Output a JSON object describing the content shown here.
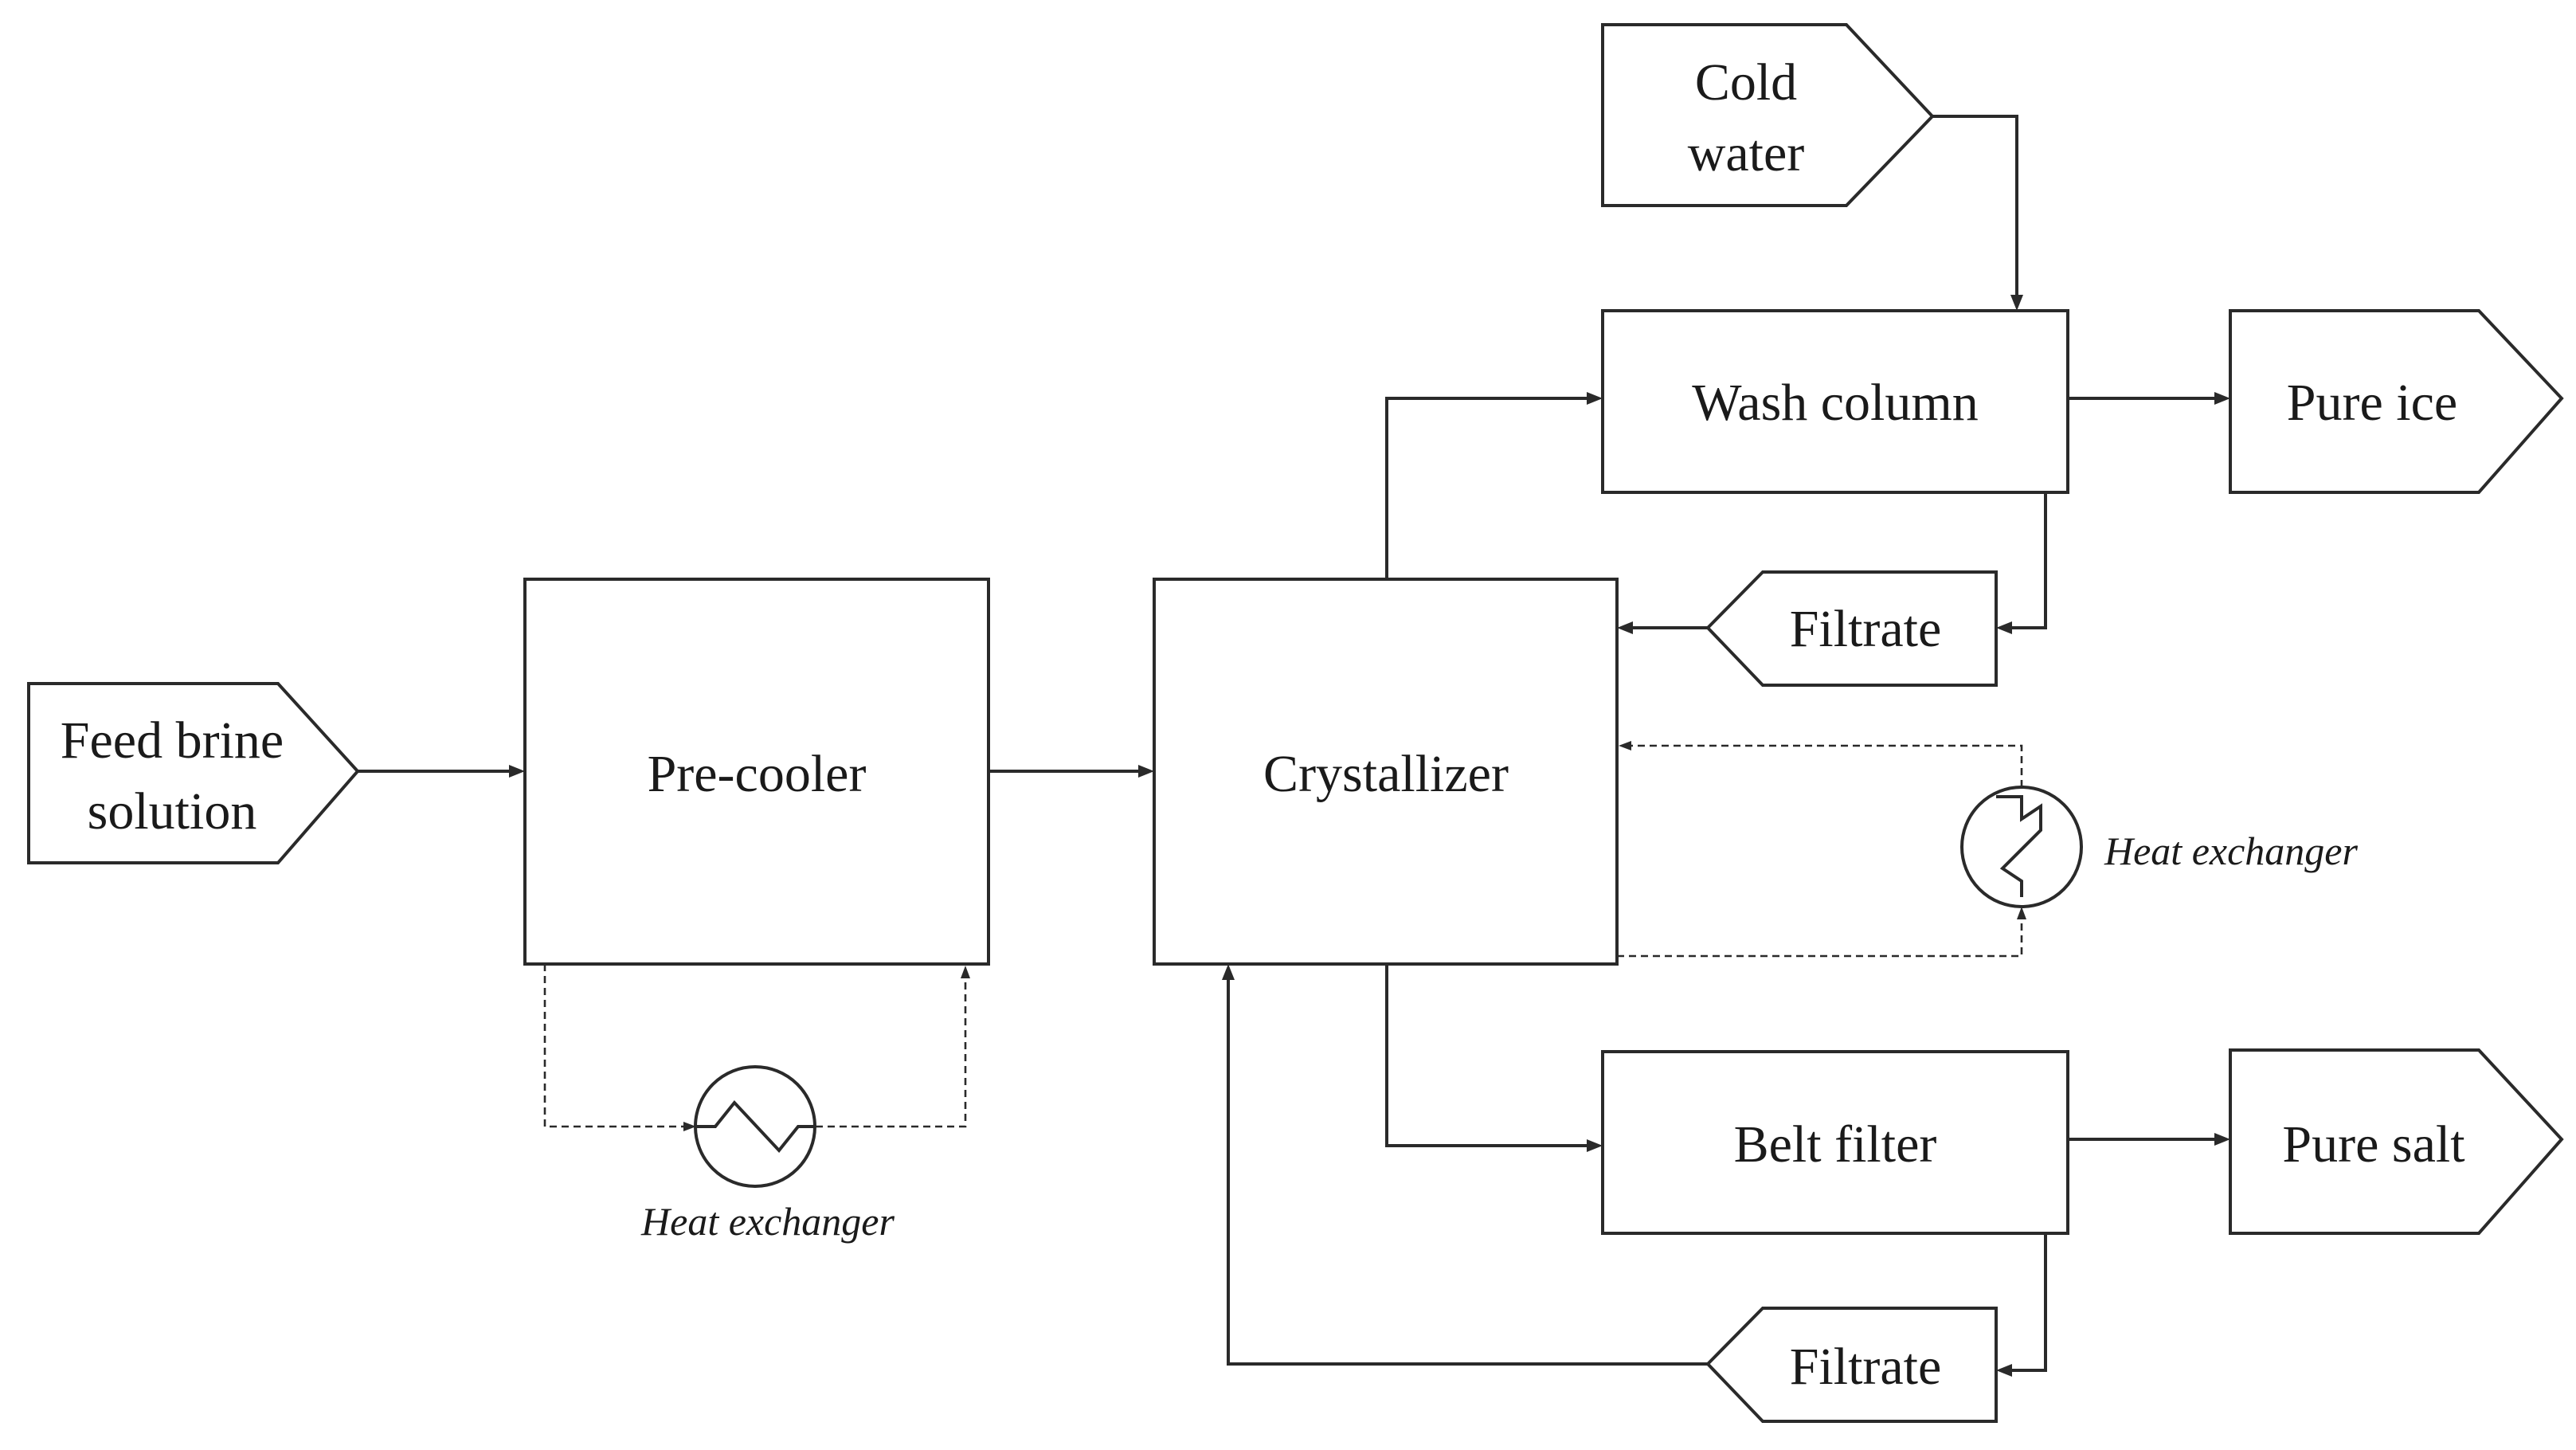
{
  "diagram": {
    "feed": {
      "line1": "Feed brine",
      "line2": "solution"
    },
    "precooler": {
      "label": "Pre-cooler"
    },
    "crystallizer": {
      "label": "Crystallizer"
    },
    "cold_water": {
      "line1": "Cold",
      "line2": "water"
    },
    "wash_column": {
      "label": "Wash column"
    },
    "pure_ice": {
      "label": "Pure ice"
    },
    "filtrate_top": {
      "label": "Filtrate"
    },
    "heat_exchanger_right": {
      "label": "Heat exchanger"
    },
    "belt_filter": {
      "label": "Belt filter"
    },
    "pure_salt": {
      "label": "Pure salt"
    },
    "filtrate_bottom": {
      "label": "Filtrate"
    },
    "heat_exchanger_bottom": {
      "label": "Heat exchanger"
    }
  }
}
